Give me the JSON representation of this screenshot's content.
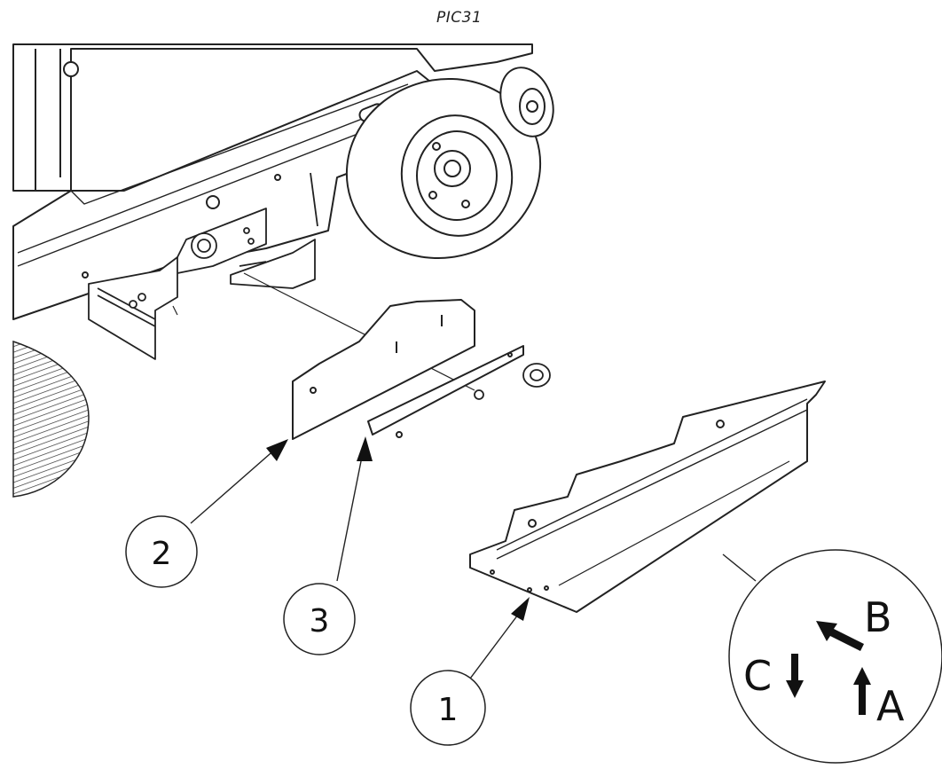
{
  "figure": {
    "caption": "PIC31",
    "callouts": [
      {
        "id": "callout-1",
        "label": "1"
      },
      {
        "id": "callout-2",
        "label": "2"
      },
      {
        "id": "callout-3",
        "label": "3"
      }
    ],
    "detail": {
      "labels": {
        "a": "A",
        "b": "B",
        "c": "C"
      }
    },
    "icons": [
      "arrow-up-icon",
      "arrow-down-icon",
      "arrow-diagonal-icon"
    ]
  }
}
